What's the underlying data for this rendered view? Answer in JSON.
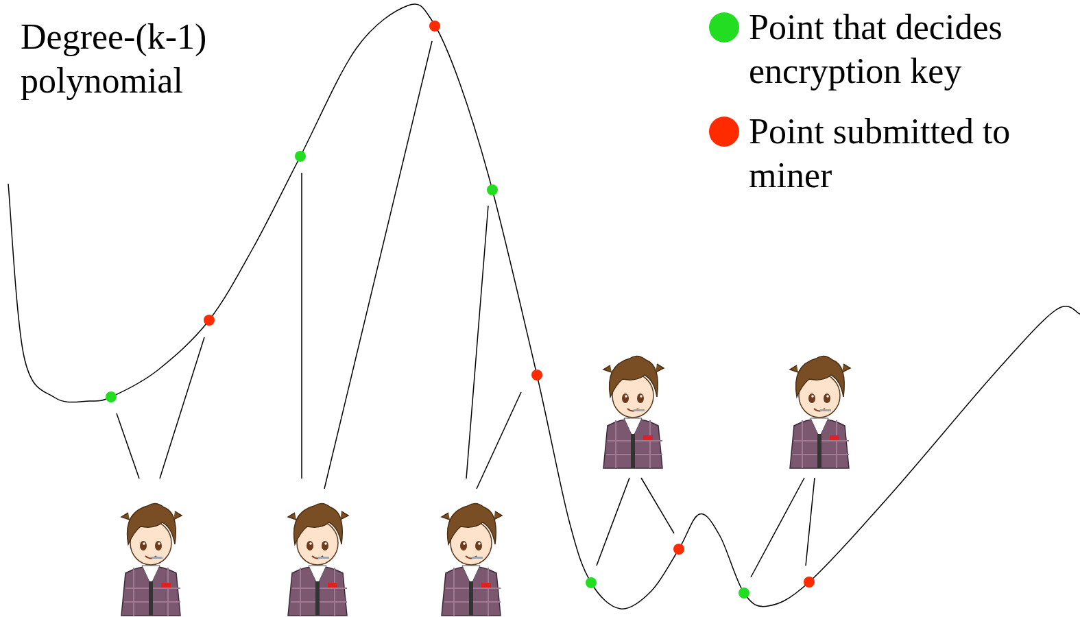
{
  "diagram": {
    "labels": [
      "Degree-(k-1) polynomial"
    ],
    "legend": [
      {
        "text": "Point that decides encryption key",
        "color": "#22dd22"
      },
      {
        "text": "Point submitted to miner",
        "color": "#ff2a00"
      }
    ]
  }
}
